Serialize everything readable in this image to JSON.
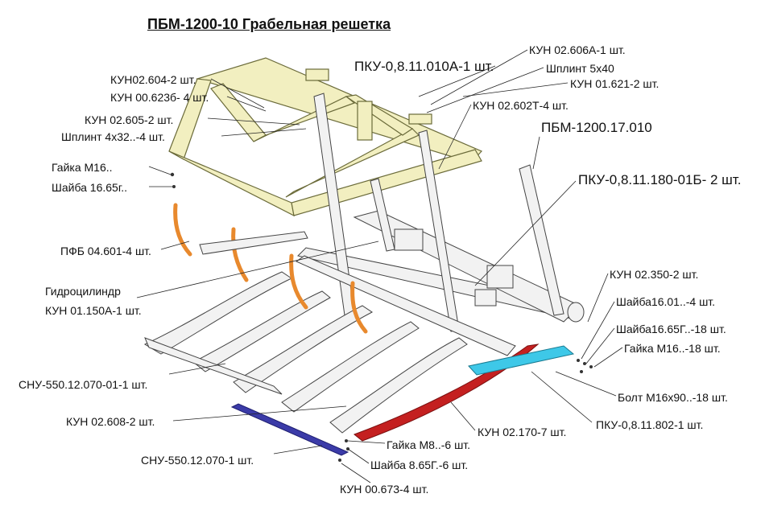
{
  "title": "ПБМ-1200-10 Грабельная решетка",
  "colors": {
    "frame_yellow": "#f2efc0",
    "frame_stroke": "#6b6b3a",
    "orange_tine": "#e8892d",
    "red_part": "#c42020",
    "cyan_part": "#3ec8e8",
    "blue_bar": "#3b3ba8",
    "gray_part": "#f2f2f2"
  },
  "labels": {
    "kun_02_606a": "КУН 02.606А-1 шт.",
    "pku_8_11_010a": "ПКУ-0,8.11.010А-1 шт.",
    "shplint_5x40": "Шплинт 5х40",
    "kun_01_621": "КУН 01.621-2 шт.",
    "kun_02_604": "КУН02.604-2 шт.",
    "kun_00_623b": "КУН 00.623б-  4 шт.",
    "kun_02_602t": "КУН 02.602Т-4 шт.",
    "kun_02_605": "КУН 02.605-2 шт.",
    "pbm_1200_17_010": "ПБМ-1200.17.010",
    "shplint_4x32": "Шплинт 4х32..-4 шт.",
    "gaika_m16": "Гайка М16..",
    "pku_8_11_180": "ПКУ-0,8.11.180-01Б- 2 шт.",
    "shaiba_16_65": "Шайба 16.65г..",
    "pfb_04_601": "ПФБ 04.601-4 шт.",
    "kun_02_350": "КУН 02.350-2 шт.",
    "gidro_1": "Гидроцилиндр",
    "gidro_2": "КУН 01.150А-1 шт.",
    "shaiba_16_01": "Шайба16.01..-4 шт.",
    "shaiba_16_65_18": "Шайба16.65Г..-18 шт.",
    "gaika_m16_18": "Гайка М16..-18 шт.",
    "snu_550_01": "СНУ-550.12.070-01-1 шт.",
    "bolt_m16x90": "Болт М16х90..-18 шт.",
    "kun_02_608": "КУН 02.608-2 шт.",
    "kun_02_170": "КУН 02.170-7 шт.",
    "pku_8_11_802": "ПКУ-0,8.11.802-1 шт.",
    "gaika_m8": "Гайка М8..-6 шт.",
    "snu_550": "СНУ-550.12.070-1 шт.",
    "shaiba_8_65": "Шайба 8.65Г.-6 шт.",
    "kun_00_673": "КУН 00.673-4 шт."
  }
}
